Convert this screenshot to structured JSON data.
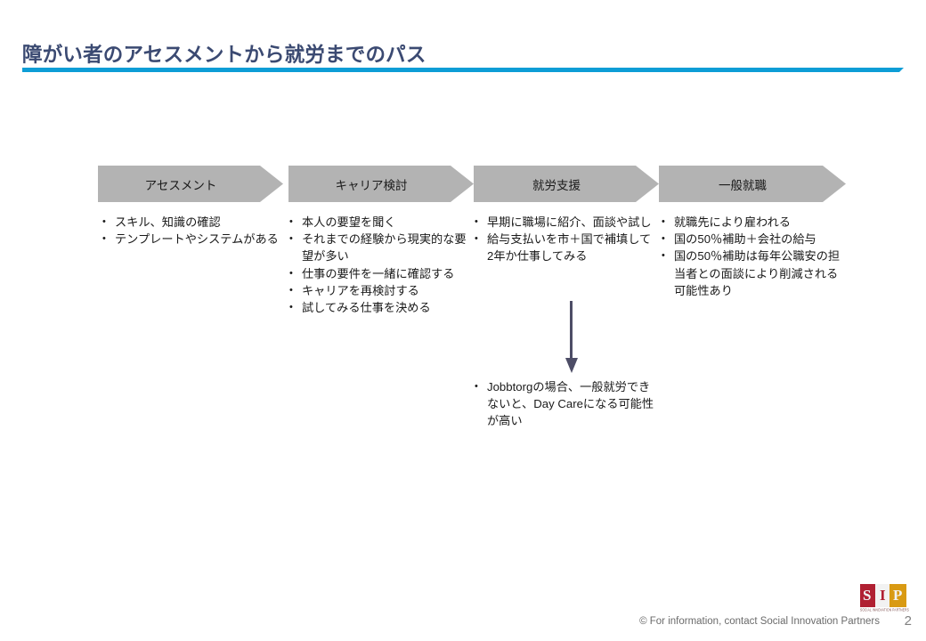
{
  "slide": {
    "title": "障がい者のアセスメントから就労までのパス",
    "accent_color": "#0d9dd6",
    "title_color": "#3b4a72",
    "chevron_color": "#b3b3b3",
    "arrow_color": "#4d4d66"
  },
  "process": {
    "steps": [
      {
        "label": "アセスメント"
      },
      {
        "label": "キャリア検討"
      },
      {
        "label": "就労支援"
      },
      {
        "label": "一般就職"
      }
    ]
  },
  "columns": [
    {
      "bullets": [
        "スキル、知識の確認",
        "テンプレートやシステムがある"
      ]
    },
    {
      "bullets": [
        "本人の要望を聞く",
        "それまでの経験から現実的な要望が多い",
        "仕事の要件を一緒に確認する",
        "キャリアを再検討する",
        "試してみる仕事を決める"
      ]
    },
    {
      "bullets": [
        "早期に職場に紹介、面談や試し",
        "給与支払いを市＋国で補填して2年か仕事してみる"
      ]
    },
    {
      "bullets": [
        "就職先により雇われる",
        "国の50％補助＋会社の給与",
        "国の50％補助は毎年公職安の担当者との面談により削減される可能性あり"
      ]
    }
  ],
  "arrow_note": {
    "bullets": [
      "Jobbtorgの場合、一般就労できないと、Day Careになる可能性が高い"
    ]
  },
  "footer": {
    "credit": "© For information, contact  Social Innovation Partners",
    "page_number": "2"
  },
  "logo": {
    "letter_s": "S",
    "letter_i": "I",
    "letter_p": "P",
    "subtitle": "SOCIAL INNOVATION PARTNERS",
    "color_s": "#b02032",
    "color_i": "#f2f2f2",
    "color_p": "#d99a13"
  }
}
